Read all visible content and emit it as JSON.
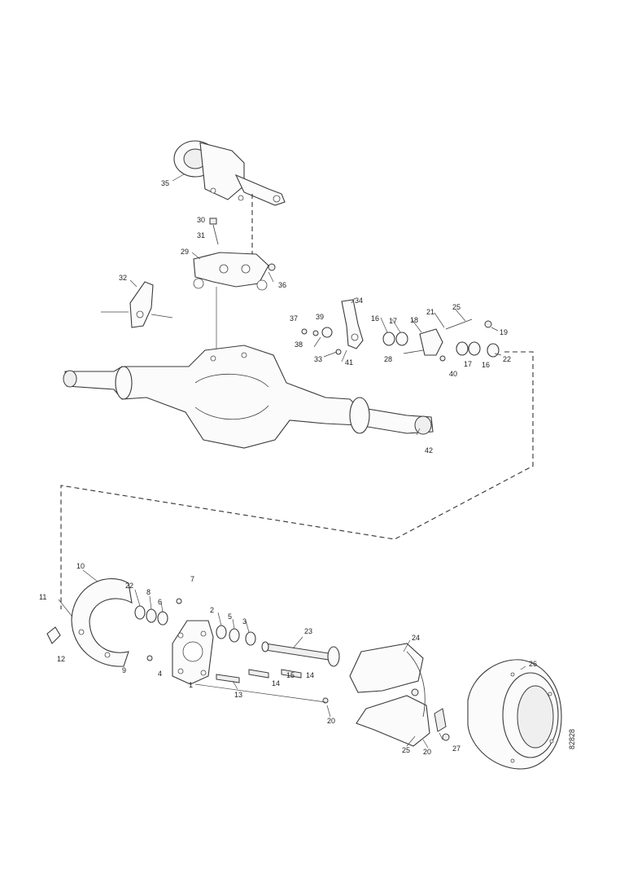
{
  "labels": {
    "p1": "1",
    "p2": "2",
    "p3": "3",
    "p4": "4",
    "p5": "5",
    "p6": "6",
    "p7": "7",
    "p8": "8",
    "p9": "9",
    "p10": "10",
    "p11": "11",
    "p12": "12",
    "p13": "13",
    "p14": "14",
    "p15": "15",
    "p16": "16",
    "p17": "17",
    "p18": "18",
    "p19": "19",
    "p20": "20",
    "p21": "21",
    "p22": "22",
    "p23": "23",
    "p24": "24",
    "p25": "25",
    "p26": "26",
    "p27": "27",
    "p28": "28",
    "p29": "29",
    "p30": "30",
    "p31": "31",
    "p32": "32",
    "p33": "33",
    "p34": "34",
    "p35": "35",
    "p36": "36",
    "p37": "37",
    "p38": "38",
    "p39": "39",
    "p40": "40",
    "p41": "41",
    "p42": "42"
  },
  "drawing_code": "82828"
}
